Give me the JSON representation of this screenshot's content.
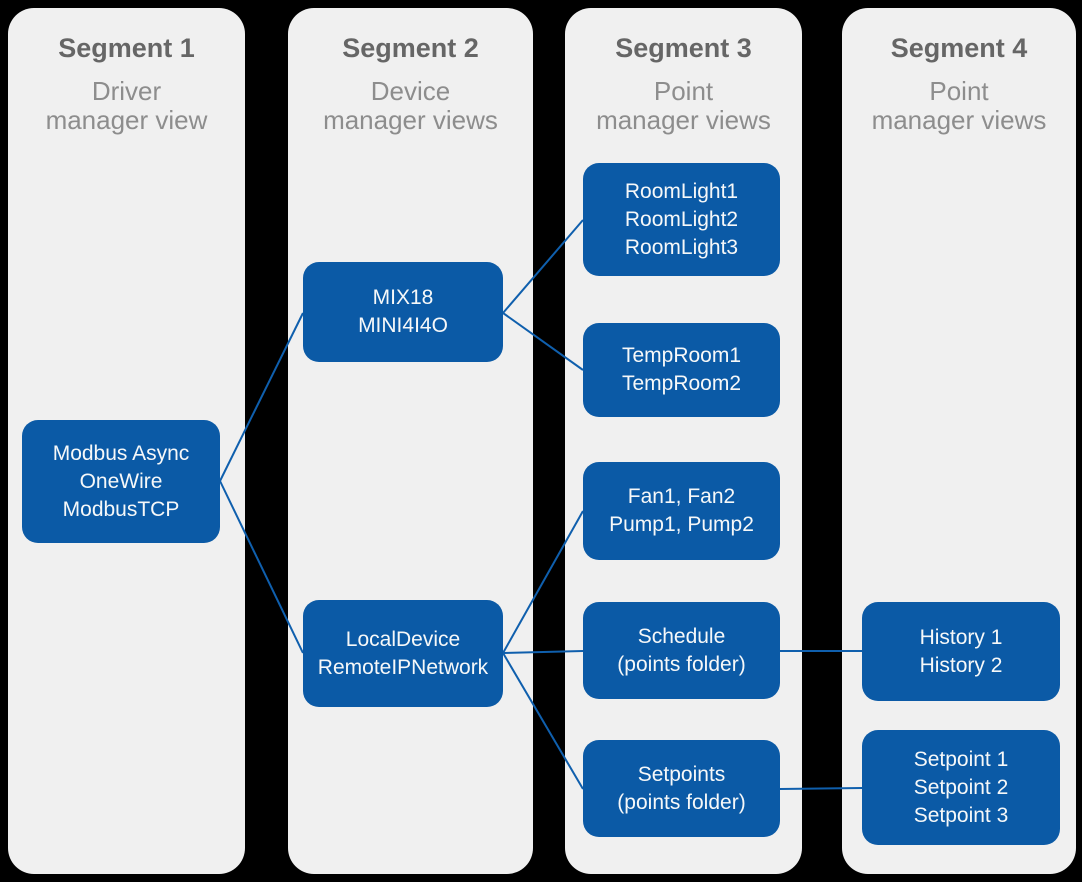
{
  "diagram": {
    "colors": {
      "node_fill": "#0b5aa6",
      "edge_line": "#0f5fad",
      "panel_background": "#f0f0f0",
      "title_text": "#666666",
      "subtitle_text": "#8d8d8d",
      "node_text": "#ffffff"
    },
    "segments": [
      {
        "title": "Segment 1",
        "subtitle_line1": "Driver",
        "subtitle_line2": "manager view"
      },
      {
        "title": "Segment 2",
        "subtitle_line1": "Device",
        "subtitle_line2": "manager views"
      },
      {
        "title": "Segment 3",
        "subtitle_line1": "Point",
        "subtitle_line2": "manager views"
      },
      {
        "title": "Segment 4",
        "subtitle_line1": "Point",
        "subtitle_line2": "manager views"
      }
    ],
    "nodes": {
      "drivers": {
        "lines": [
          "Modbus Async",
          "OneWire",
          "ModbusTCP"
        ]
      },
      "devices_mix": {
        "lines": [
          "MIX18",
          "MINI4I4O"
        ]
      },
      "devices_local": {
        "lines": [
          "LocalDevice",
          "RemoteIPNetwork"
        ]
      },
      "roomlights": {
        "lines": [
          "RoomLight1",
          "RoomLight2",
          "RoomLight3"
        ]
      },
      "temprooms": {
        "lines": [
          "TempRoom1",
          "TempRoom2"
        ]
      },
      "fans_pumps": {
        "lines": [
          "Fan1, Fan2",
          "Pump1, Pump2"
        ]
      },
      "schedule": {
        "lines": [
          "Schedule",
          "(points folder)"
        ]
      },
      "setpoints": {
        "lines": [
          "Setpoints",
          "(points folder)"
        ]
      },
      "histories": {
        "lines": [
          "History 1",
          "History 2"
        ]
      },
      "setpoint_list": {
        "lines": [
          "Setpoint 1",
          "Setpoint 2",
          "Setpoint 3"
        ]
      }
    }
  }
}
